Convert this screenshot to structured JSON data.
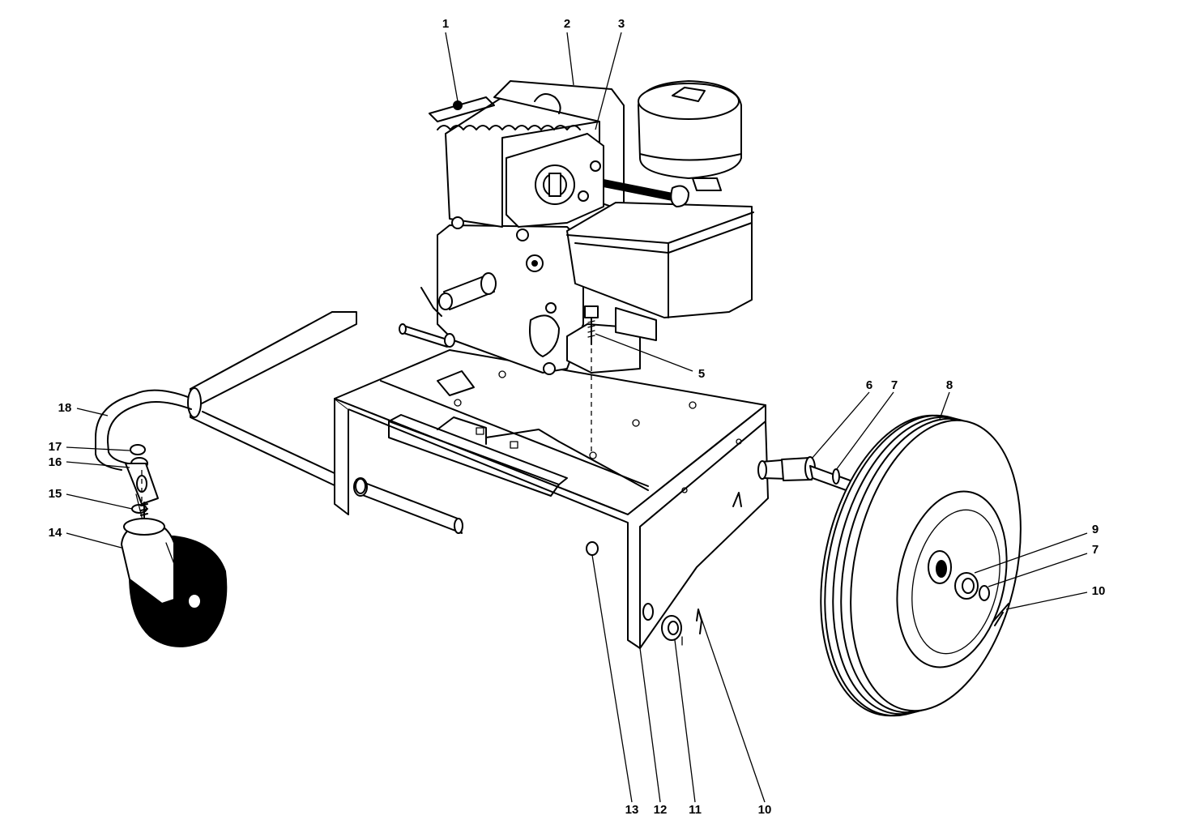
{
  "callouts": {
    "c1": "1",
    "c2": "2",
    "c3": "3",
    "c5": "5",
    "c6": "6",
    "c7a": "7",
    "c8": "8",
    "c9": "9",
    "c7b": "7",
    "c10a": "10",
    "c18": "18",
    "c17": "17",
    "c16": "16",
    "c15": "15",
    "c14": "14",
    "c13": "13",
    "c12": "12",
    "c11": "11",
    "c10b": "10"
  }
}
